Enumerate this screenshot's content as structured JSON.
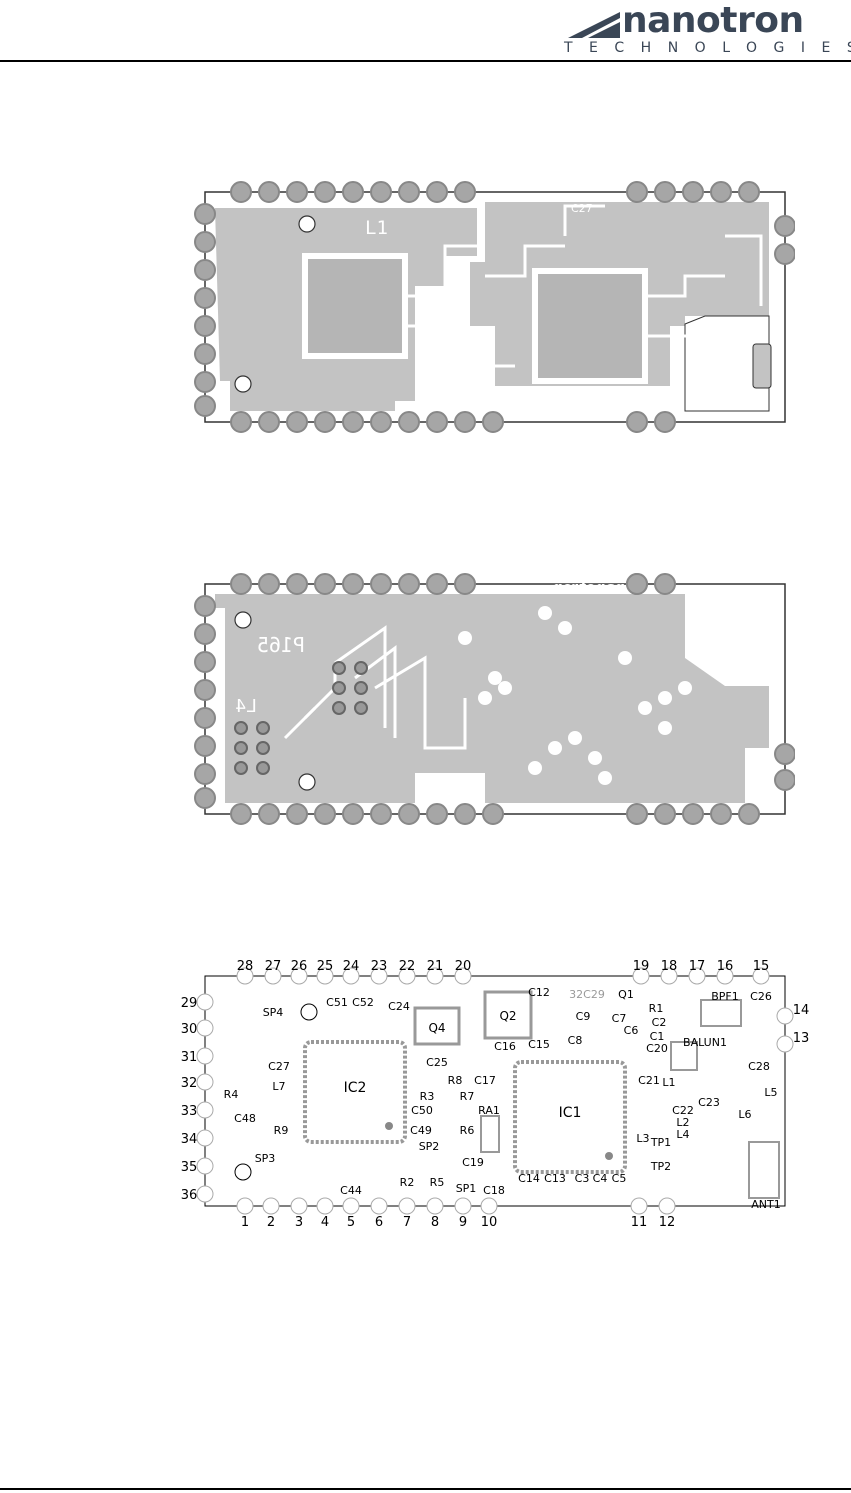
{
  "header": {
    "logo_word": "nanotron",
    "logo_sub": "TECHNOLOGIES"
  },
  "top_layer": {
    "labels": [
      "L1",
      "C27"
    ]
  },
  "bottom_layer": {
    "labels": [
      "nanotron",
      "P165",
      "L4"
    ]
  },
  "silkscreen": {
    "pins_top": [
      "28",
      "27",
      "26",
      "25",
      "24",
      "23",
      "22",
      "21",
      "20",
      "19",
      "18",
      "17",
      "16",
      "15"
    ],
    "pins_bottom": [
      "1",
      "2",
      "3",
      "4",
      "5",
      "6",
      "7",
      "8",
      "9",
      "10",
      "11",
      "12"
    ],
    "pins_left": [
      "29",
      "30",
      "31",
      "32",
      "33",
      "34",
      "35",
      "36"
    ],
    "pins_right": [
      "14",
      "13"
    ],
    "ics": [
      "IC2",
      "IC1",
      "Q4",
      "Q2"
    ],
    "components": [
      "C12",
      "32C29",
      "Q1",
      "C51",
      "C52",
      "C24",
      "R1",
      "C9",
      "C7",
      "C2",
      "BPF1",
      "C26",
      "SP4",
      "C8",
      "C6",
      "C1",
      "C15",
      "C16",
      "C20",
      "BALUN1",
      "C27",
      "C25",
      "C28",
      "L7",
      "R8",
      "C17",
      "C21",
      "L1",
      "R4",
      "R3",
      "R7",
      "C23",
      "L5",
      "C48",
      "C50",
      "C22",
      "L6",
      "R9",
      "RA1",
      "L2",
      "C49",
      "R6",
      "L4",
      "SP2",
      "L3",
      "TP1",
      "SP3",
      "C19",
      "TP2",
      "C14",
      "C13",
      "C3",
      "C4",
      "C5",
      "C44",
      "R2",
      "R5",
      "SP1",
      "C18",
      "ANT1"
    ]
  },
  "colors": {
    "copper": "#c3c3c3",
    "pad": "#a6a6a6",
    "outline": "#333333",
    "silk": "#000000",
    "silk_part": "#9a9a9a"
  }
}
